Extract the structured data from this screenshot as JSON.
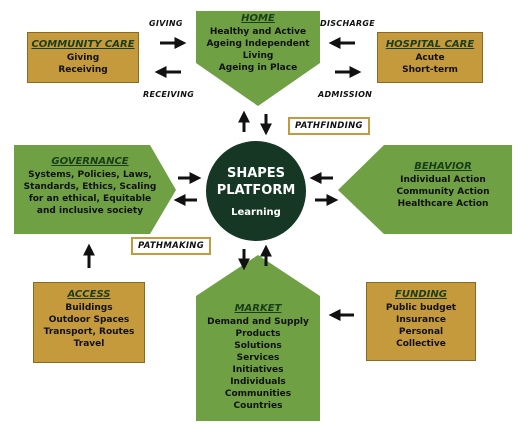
{
  "colors": {
    "green": "#6fa043",
    "gold": "#c49a3c",
    "dark_green": "#153724",
    "arrow": "#111111"
  },
  "home": {
    "title": "HOME",
    "lines": [
      "Healthy and Active",
      "Ageing Independent",
      "Living",
      "Ageing in Place"
    ]
  },
  "community_care": {
    "title": "COMMUNITY CARE",
    "lines": [
      "Giving",
      "Receiving"
    ]
  },
  "hospital_care": {
    "title": "HOSPITAL CARE",
    "lines": [
      "Acute",
      "Short-term"
    ]
  },
  "governance": {
    "title": "GOVERNANCE",
    "lines": [
      "Systems, Policies, Laws,",
      "Standards, Ethics, Scaling",
      "for an ethical, Equitable",
      "and inclusive society"
    ]
  },
  "behavior": {
    "title": "BEHAVIOR",
    "lines": [
      "Individual Action",
      "Community Action",
      "Healthcare Action"
    ]
  },
  "access": {
    "title": "ACCESS",
    "lines": [
      "Buildings",
      "Outdoor Spaces",
      "Transport, Routes",
      "Travel"
    ]
  },
  "funding": {
    "title": "FUNDING",
    "lines": [
      "Public budget",
      "Insurance",
      "Personal",
      "Collective"
    ]
  },
  "market": {
    "title": "MARKET",
    "lines": [
      "Demand and Supply",
      "Products",
      "Solutions",
      "Services",
      "Initiatives",
      "Individuals",
      "Communities",
      "Countries"
    ]
  },
  "center": {
    "line1": "SHAPES",
    "line2": "PLATFORM",
    "line3": "Learning"
  },
  "labels": {
    "giving": "GIVING",
    "receiving": "RECEIVING",
    "discharge": "DISCHARGE",
    "admission": "ADMISSION",
    "pathfinding": "PATHFINDING",
    "pathmaking": "PATHMAKING"
  }
}
